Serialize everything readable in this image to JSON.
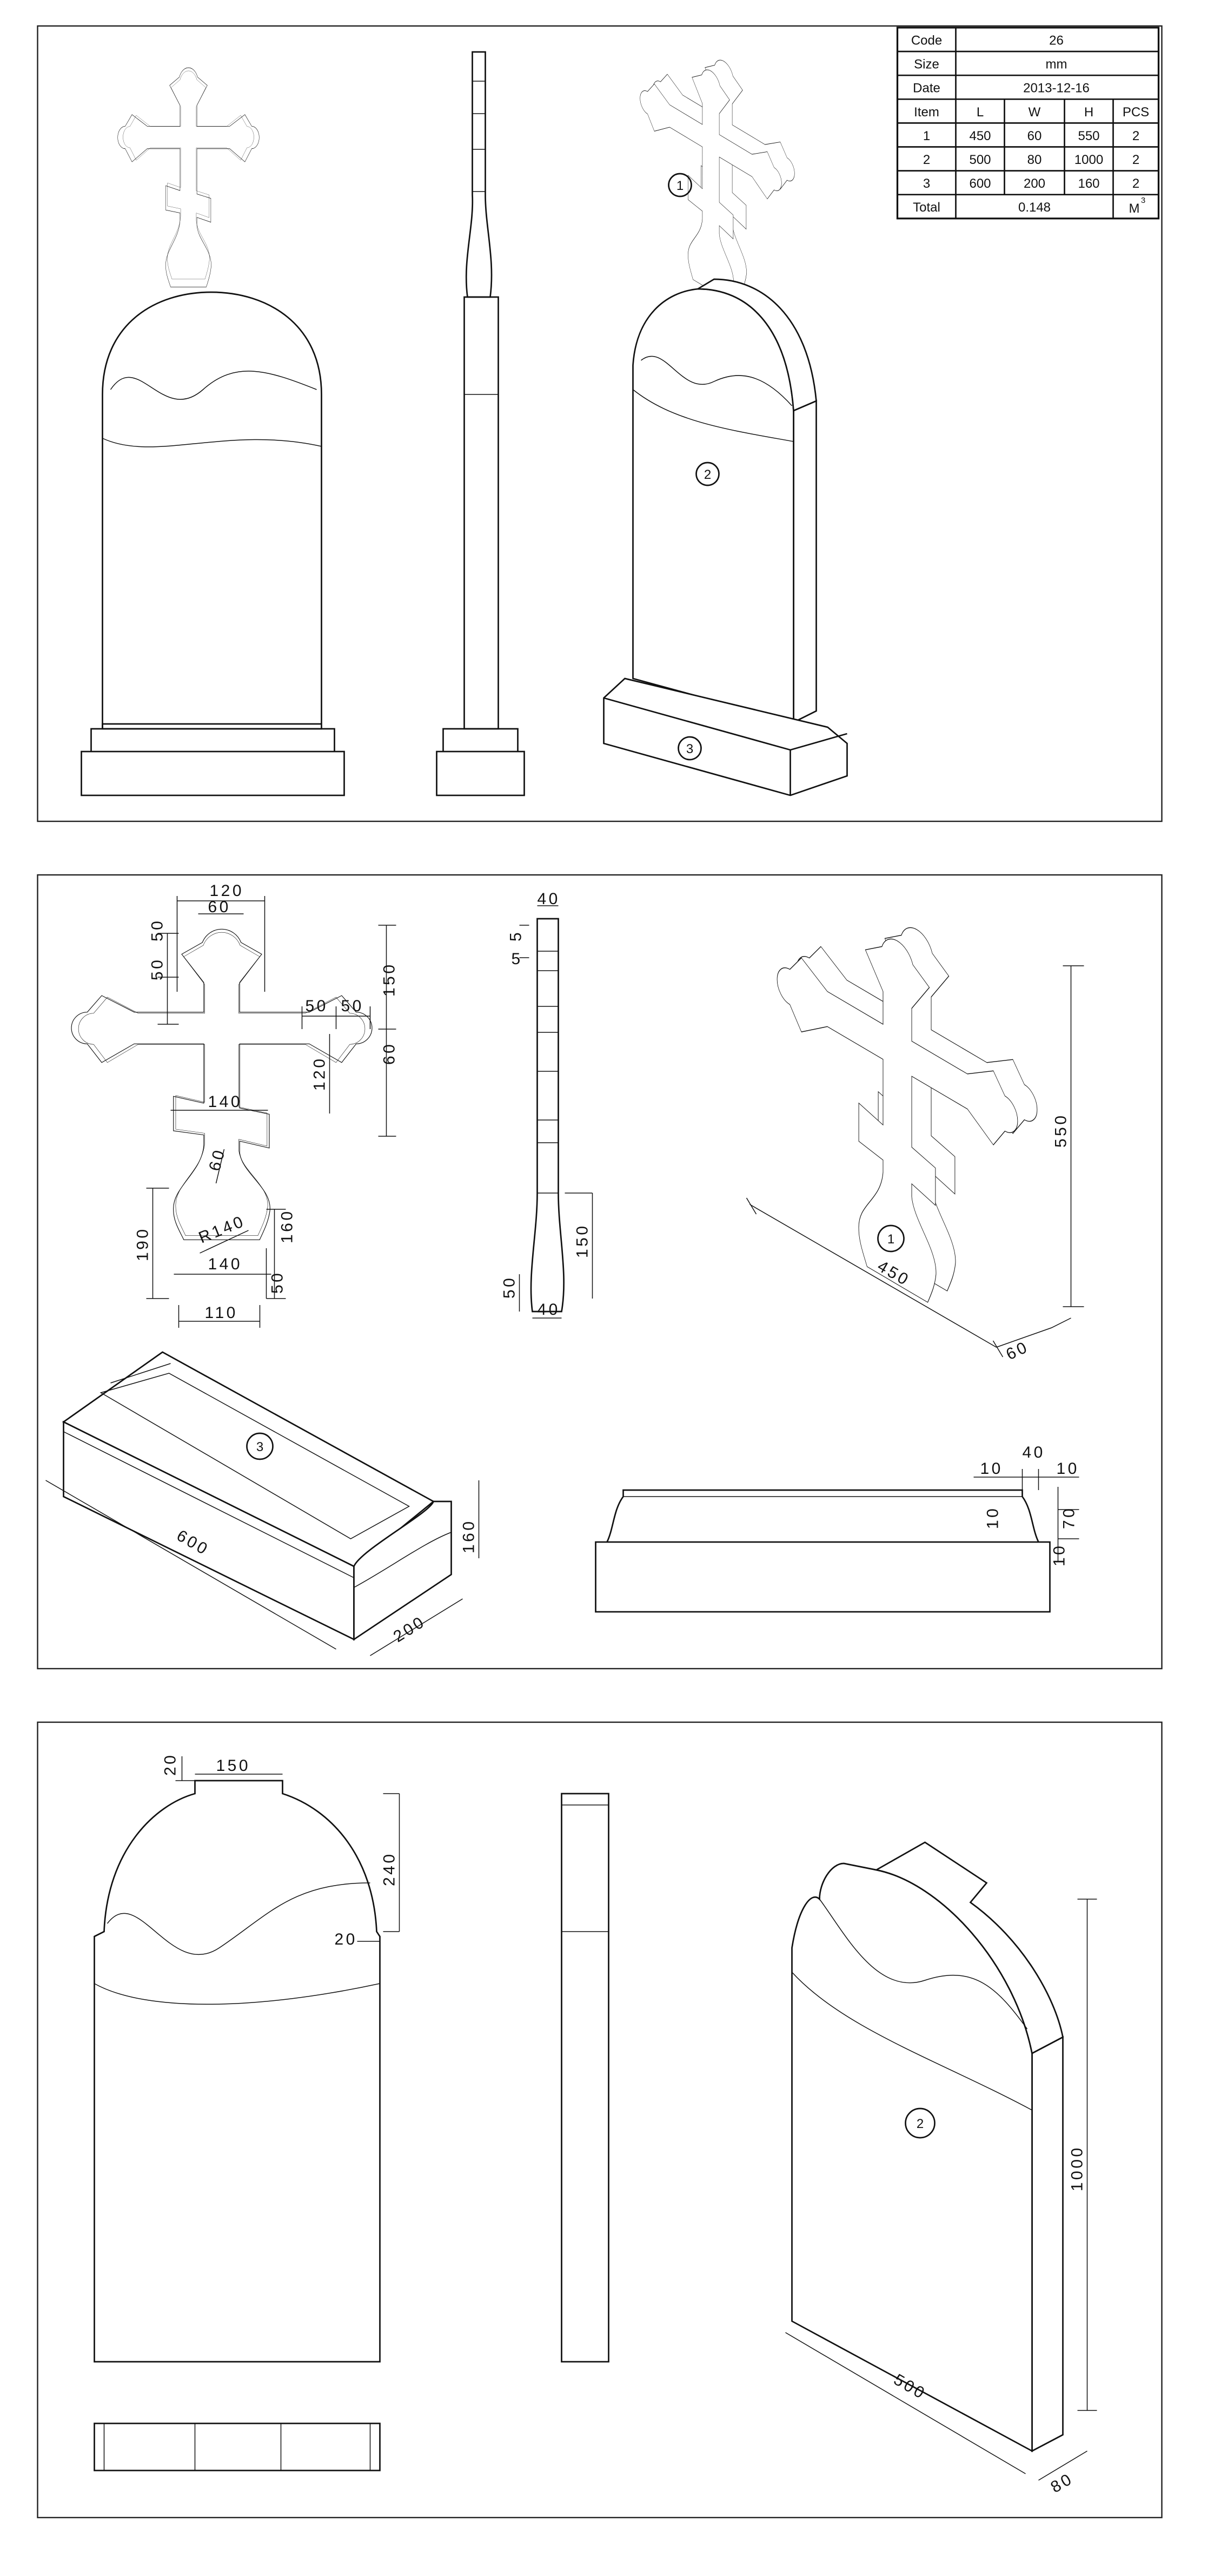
{
  "spec_table": {
    "code_label": "Code",
    "code_value": "26",
    "size_label": "Size",
    "size_value": "mm",
    "date_label": "Date",
    "date_value": "2013-12-16",
    "headers": [
      "Item",
      "L",
      "W",
      "H",
      "PCS"
    ],
    "rows": [
      [
        "1",
        "450",
        "60",
        "550",
        "2"
      ],
      [
        "2",
        "500",
        "80",
        "1000",
        "2"
      ],
      [
        "3",
        "600",
        "200",
        "160",
        "2"
      ]
    ],
    "total_label": "Total",
    "total_value": "0.148",
    "total_unit": "M",
    "total_unit_exp": "3"
  },
  "balloons": {
    "cross": "1",
    "stele": "2",
    "base": "3"
  },
  "cross_dims": {
    "top_width": "120",
    "lobe_width": "60",
    "top_h1": "50",
    "top_h2": "50",
    "arm_w1": "50",
    "arm_w2": "50",
    "arm_upper": "150",
    "arm_lower": "60",
    "arm_end_h": "120",
    "bar_width": "140",
    "bar_slant": "60",
    "radius": "R140",
    "vase_h": "190",
    "vase_h2": "160",
    "vase_width": "140",
    "vase_bottom_h": "50",
    "bottom_width": "110"
  },
  "cross_side_dims": {
    "top": "40",
    "step1": "5",
    "step2": "5",
    "vase": "150",
    "bottom_h": "50",
    "bottom": "40"
  },
  "cross_iso_dims": {
    "height": "550",
    "length": "450",
    "width": "60"
  },
  "base_dims": {
    "length": "600",
    "width": "200",
    "height": "160"
  },
  "base_profile_dims": {
    "a": "10",
    "b": "40",
    "c": "10",
    "d": "10",
    "e": "70",
    "f": "10"
  },
  "stele_dims": {
    "shoulder": "20",
    "top": "150",
    "arch_h": "240",
    "side": "20",
    "height": "1000",
    "length": "500",
    "width": "80"
  }
}
